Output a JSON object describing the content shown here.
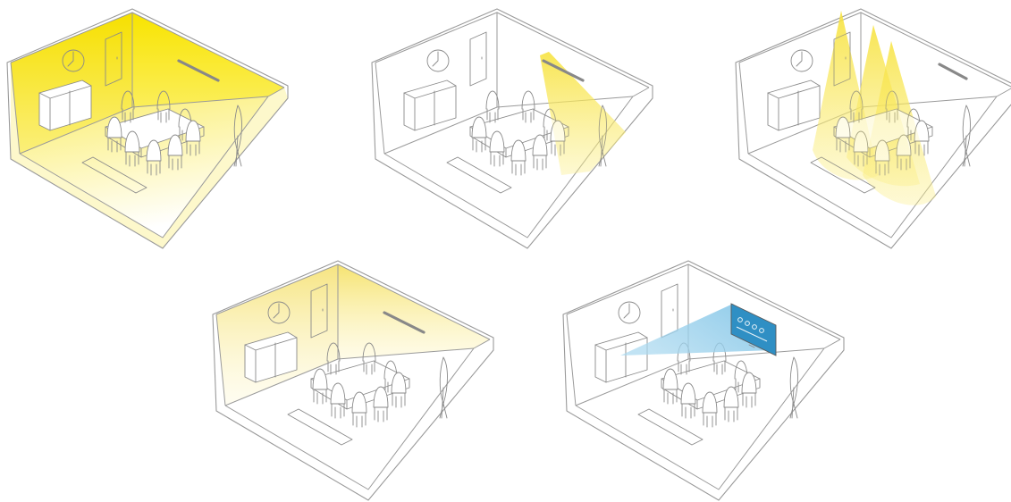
{
  "colors": {
    "ambient_light": "#f7e600",
    "wall_wash_light": "#f6e56a",
    "accent_light": "#ffe53a",
    "display_beam": "#8ccbe8",
    "display_panel": "#2f8fc4",
    "line": "#8a8a8a"
  },
  "panels": [
    {
      "lighting_mode": "ambient",
      "icon": "room-fully-lit-icon"
    },
    {
      "lighting_mode": "spotlight",
      "icon": "single-spotlight-icon"
    },
    {
      "lighting_mode": "accent",
      "icon": "triple-spotlight-icon"
    },
    {
      "lighting_mode": "wall-wash",
      "icon": "wall-wash-icon"
    },
    {
      "lighting_mode": "projection",
      "icon": "display-projection-icon"
    }
  ]
}
